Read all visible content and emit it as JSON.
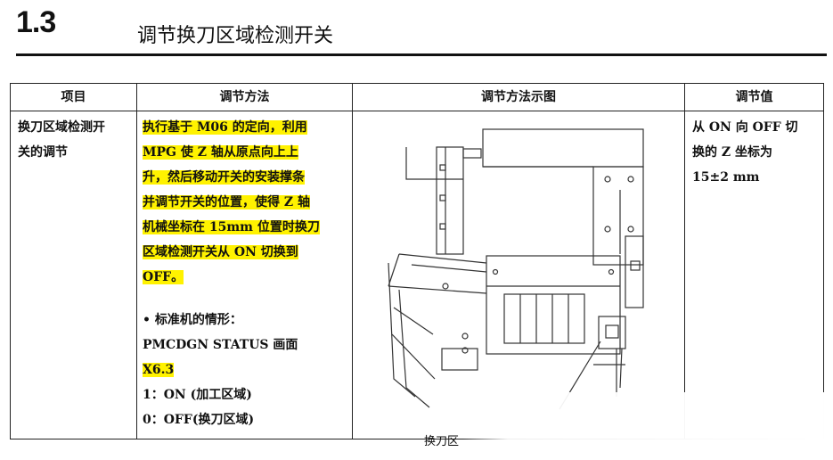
{
  "header": {
    "section_number": "1.3",
    "section_title": "调节换刀区域检测开关"
  },
  "table": {
    "columns": [
      "项目",
      "调节方法",
      "调节方法示图",
      "调节值"
    ],
    "row": {
      "item": [
        "换刀区域检测开",
        "关的调节"
      ],
      "method_highlighted": [
        "执行基于 M06 的定向，利用",
        "MPG 使 Z 轴从原点向上上",
        "升，然后移动开关的安装撑条",
        "并调节开关的位置，使得 Z 轴",
        "机械坐标在 15mm 位置时换刀",
        "区域检测开关从 ON 切换到",
        "OFF。"
      ],
      "method_notes": {
        "standard_machine": "• 标准机的情形：",
        "screen": "PMCDGN STATUS 画面",
        "address": "X6.3",
        "on_state": "1：ON (加工区域)",
        "off_state": "0：OFF(换刀区域)"
      },
      "figure_caption": "换刀区",
      "value": [
        "从 ON 向 OFF 切",
        "换的 Z 坐标为",
        "15±2 mm"
      ]
    }
  },
  "colors": {
    "highlight": "#fff200",
    "line": "#222222"
  }
}
